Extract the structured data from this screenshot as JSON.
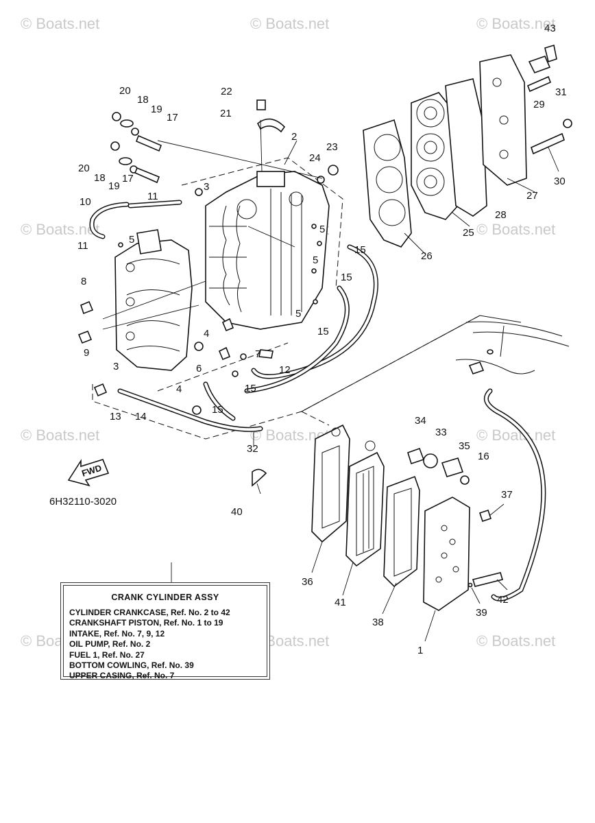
{
  "watermark": "© Boats.net",
  "diagram_code": "6H32110-3020",
  "fwd_label": "FWD",
  "callouts": [
    "43",
    "22",
    "20",
    "18",
    "19",
    "17",
    "21",
    "2",
    "31",
    "29",
    "24",
    "23",
    "20",
    "18",
    "19",
    "17",
    "3",
    "11",
    "10",
    "30",
    "27",
    "28",
    "25",
    "5",
    "11",
    "26",
    "15",
    "8",
    "5",
    "15",
    "5",
    "5",
    "9",
    "4",
    "7",
    "15",
    "12",
    "3",
    "6",
    "15",
    "14",
    "4",
    "15",
    "13",
    "32",
    "34",
    "33",
    "35",
    "16",
    "40",
    "37",
    "36",
    "41",
    "42",
    "39",
    "38",
    "1"
  ],
  "info_box": {
    "title": "CRANK CYLINDER ASSY",
    "lines": [
      "CYLINDER CRANKCASE,  Ref. No. 2 to 42",
      "CRANKSHAFT PISTON,  Ref. No. 1 to 19",
      "INTAKE,  Ref. No. 7, 9, 12",
      "OIL PUMP,  Ref. No. 2",
      "FUEL 1,  Ref. No. 27",
      "BOTTOM COWLING,  Ref. No. 39",
      "UPPER CASING,  Ref. No. 7"
    ]
  },
  "colors": {
    "line": "#111111",
    "watermark": "#c9c9c9",
    "background": "#ffffff"
  }
}
